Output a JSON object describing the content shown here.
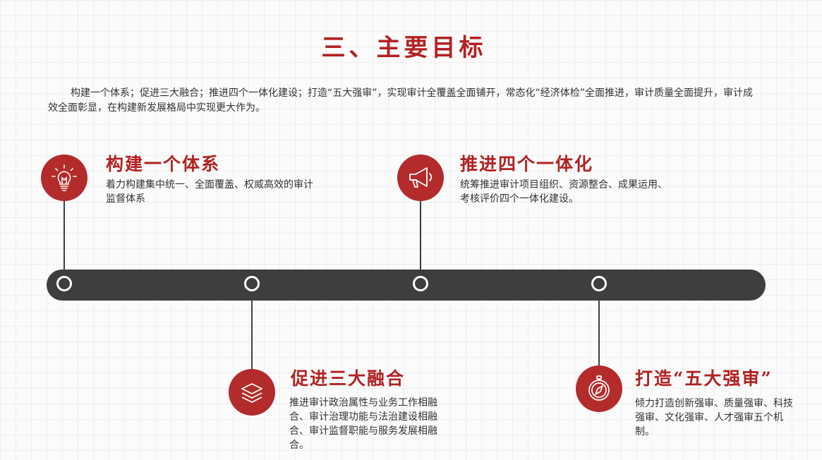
{
  "title": "三、主要目标",
  "intro": "构建一个体系；促进三大融合；推进四个一体化建设；打造“五大强审”，实现审计全覆盖全面铺开，常态化“经济体检”全面推进，审计质量全面提升，审计成效全面彰显，在构建新发展格局中实现更大作为。",
  "goals": [
    {
      "title": "构建一个体系",
      "description": "着力构建集中统一、全面覆盖、权威高效的审计监督体系",
      "icon": "lightbulb-icon"
    },
    {
      "title": "促进三大融合",
      "description": "推进审计政治属性与业务工作相融合、审计治理功能与法治建设相融合、审计监督职能与服务发展相融合。",
      "icon": "layers-icon"
    },
    {
      "title": "推进四个一体化",
      "description": "统筹推进审计项目组织、资源整合、成果运用、考核评价四个一体化建设。",
      "icon": "megaphone-icon"
    },
    {
      "title": "打造“五大强审”",
      "description": "倾力打造创新强审、质量强审、科技强审、文化强审、人才强审五个机制。",
      "icon": "compass-icon"
    }
  ],
  "colors": {
    "accent": "#b22222",
    "timeline": "#3e3e3e",
    "text": "#333333"
  }
}
